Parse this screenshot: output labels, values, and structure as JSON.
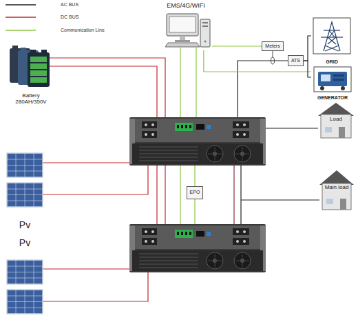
{
  "diagram": {
    "nodes": [
      {
        "text": [
          "EMS/4G/WIFI"
        ]
      },
      {
        "text": [
          "Battery",
          "280AH/350V"
        ]
      },
      {
        "text": [
          "Meters"
        ]
      },
      {
        "text": [
          "GRID"
        ]
      },
      {
        "text": [
          "ATS"
        ]
      },
      {
        "text": [
          "GENERATOR"
        ]
      },
      {
        "text": [
          "Load"
        ]
      },
      {
        "text": [
          "Pv"
        ]
      },
      {
        "text": [
          "Main load"
        ]
      },
      {
        "text": [
          "EPO"
        ]
      },
      {
        "text": [
          "Pv"
        ]
      }
    ],
    "edges": [
      {
        "from": 0,
        "to": 2,
        "arrow": "none"
      },
      {
        "from": 0,
        "to": 5,
        "arrow": "none"
      },
      {
        "from": 4,
        "to": 3,
        "arrow": "none"
      },
      {
        "from": 4,
        "to": 5,
        "arrow": "none"
      }
    ],
    "legend": [
      {
        "text": "AC BUS"
      },
      {
        "text": "DC BUS"
      },
      {
        "text": "Communication Line"
      }
    ]
  }
}
